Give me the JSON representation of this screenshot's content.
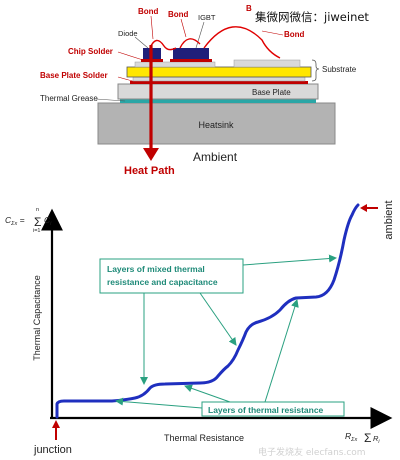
{
  "watermark": "集微网微信：jiweinet",
  "module": {
    "labels": {
      "bond1": "Bond",
      "bond2": "Bond",
      "bond3": "B",
      "bond4": "Bond",
      "igbt": "IGBT",
      "diode": "Diode",
      "chip_solder": "Chip Solder",
      "substrate": "Substrate",
      "base_plate_solder": "Base Plate Solder",
      "base_plate": "Base Plate",
      "thermal_grease": "Thermal Grease",
      "heatsink": "Heatsink",
      "ambient": "Ambient",
      "heat_path": "Heat Path"
    },
    "colors": {
      "red": "#c00000",
      "chip_navy": "#1f1f7a",
      "substrate_yellow": "#ffe600",
      "base_plate_gray": "#d9d9d9",
      "heatsink_gray": "#b3b3b3",
      "grease_cyan": "#2aa6a6"
    }
  },
  "graph": {
    "y_axis_label": "Thermal Capacitance",
    "x_axis_label": "Thermal Resistance",
    "y_formula": "C_Σx = Σ C_i",
    "y_formula_sum_top": "n",
    "y_formula_sum_bottom": "i=1",
    "x_formula": "R_Σx = Σ R_i",
    "junction_label": "junction",
    "ambient_label": "ambient",
    "callout_mixed_line1": "Layers of mixed thermal",
    "callout_mixed_line2": "resistance and capacitance",
    "callout_resistance": "Layers of thermal resistance",
    "colors": {
      "curve": "#1f2fbf",
      "callout_text": "#1e8a78",
      "callout_border": "#2aa080",
      "arrow": "#2aa080",
      "axis_arrow_red": "#c00000"
    }
  },
  "footer_watermark": "电子发烧友 elecfans.com"
}
